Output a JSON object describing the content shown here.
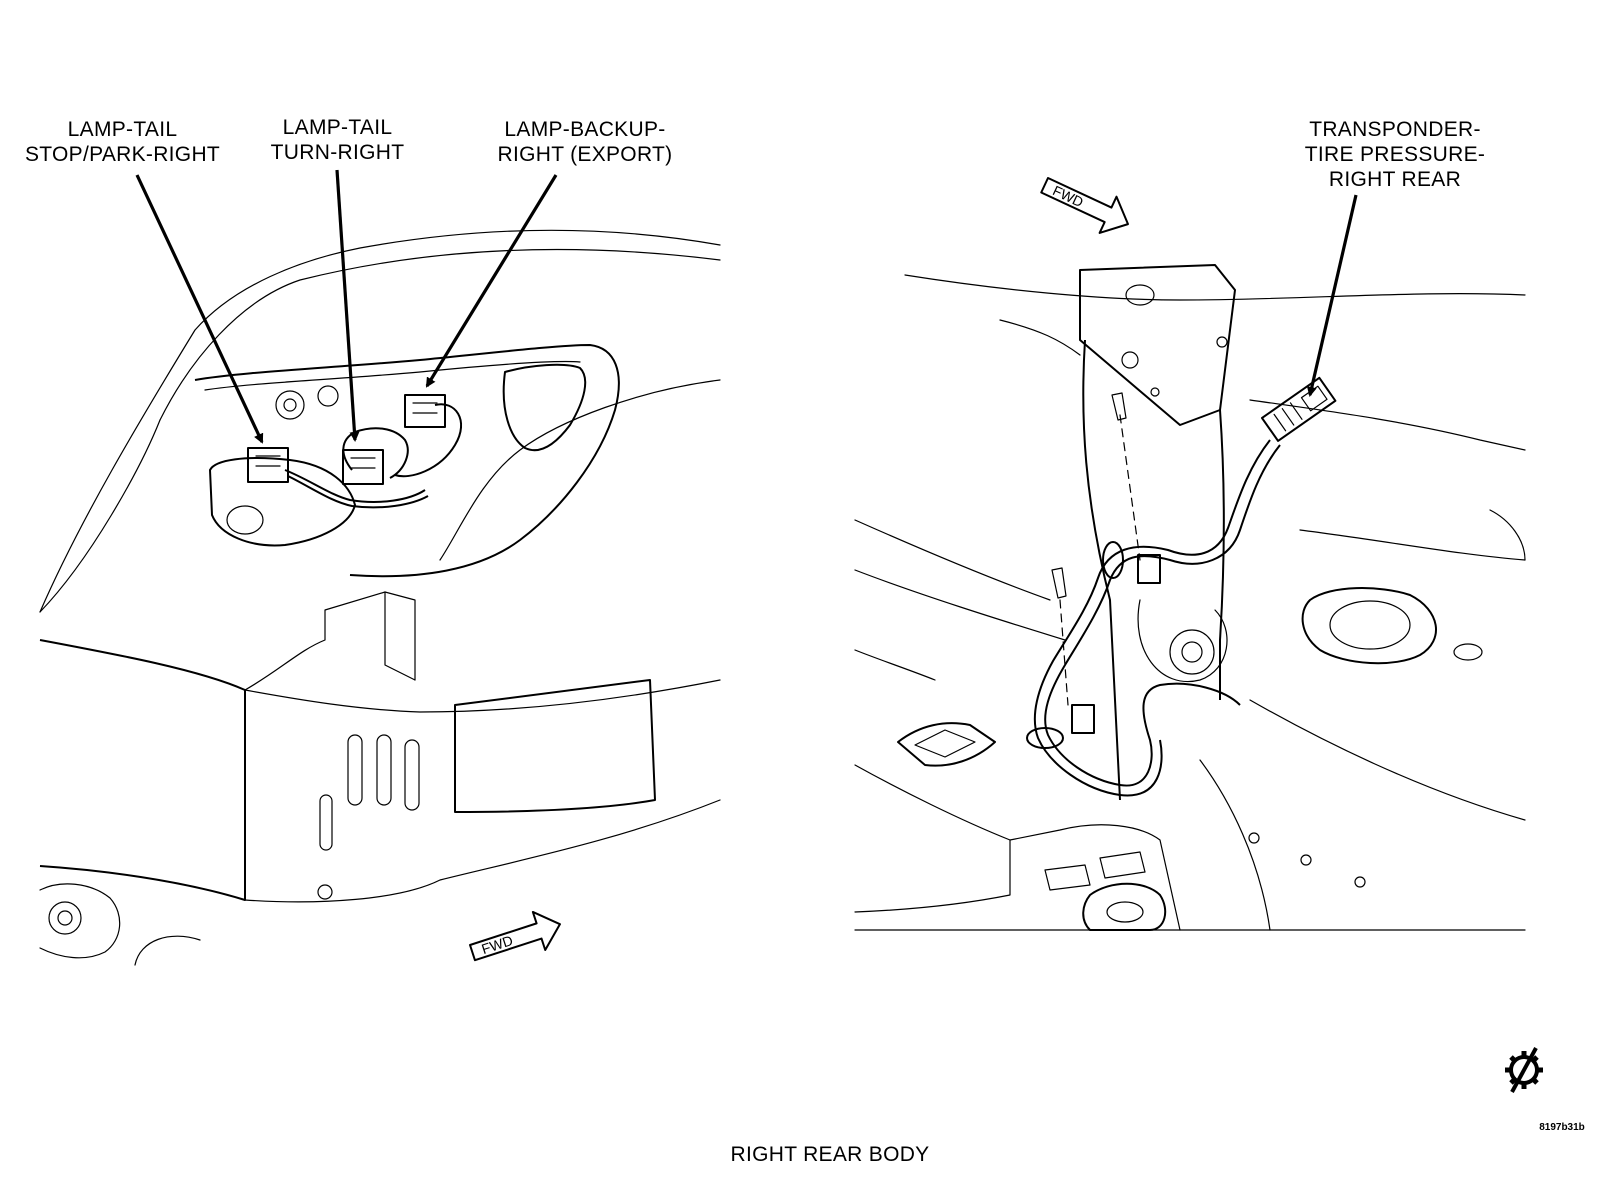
{
  "labels": {
    "tail_stop": [
      "LAMP-TAIL",
      "STOP/PARK-RIGHT"
    ],
    "tail_turn": [
      "LAMP-TAIL",
      "TURN-RIGHT"
    ],
    "backup": [
      "LAMP-BACKUP-",
      "RIGHT (EXPORT)"
    ],
    "transponder": [
      "TRANSPONDER-",
      "TIRE PRESSURE-",
      "RIGHT REAR"
    ]
  },
  "fwd_arrow_text": "FWD",
  "caption": "RIGHT REAR BODY",
  "figure_id": "8197b31b",
  "icons": {
    "logo": "gear-slash-icon"
  }
}
